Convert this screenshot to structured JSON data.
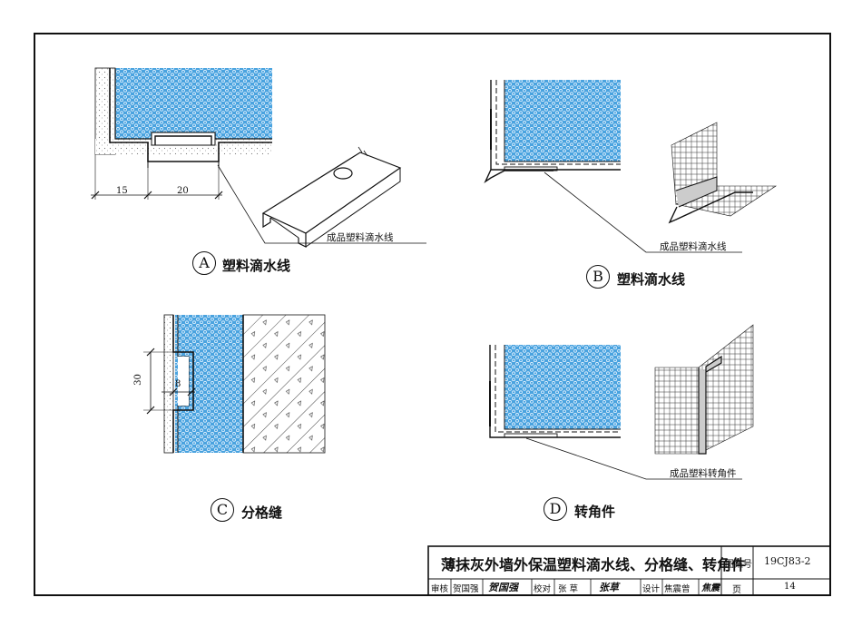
{
  "details": {
    "a": {
      "letter": "A",
      "caption": "塑料滴水线",
      "callout": "成品塑料滴水线",
      "dim_left": "15",
      "dim_right": "20"
    },
    "b": {
      "letter": "B",
      "caption": "塑料滴水线",
      "callout": "成品塑料滴水线"
    },
    "c": {
      "letter": "C",
      "caption": "分格缝",
      "dim_height": "30",
      "dim_depth": "8"
    },
    "d": {
      "letter": "D",
      "caption": "转角件",
      "callout": "成品塑料转角件"
    }
  },
  "title_block": {
    "title": "薄抹灰外墙外保温塑料滴水线、分格缝、转角件",
    "atlas_label": "图集号",
    "atlas_no": "19CJ83-2",
    "page_label": "页",
    "page_no": "14",
    "review_label": "审核",
    "reviewer": "贺国强",
    "check_label": "校对",
    "checker": "张 草",
    "design_label": "设计",
    "designer": "焦震曾"
  },
  "colors": {
    "insulation_fill": "#4aa3df",
    "line": "#111111"
  }
}
